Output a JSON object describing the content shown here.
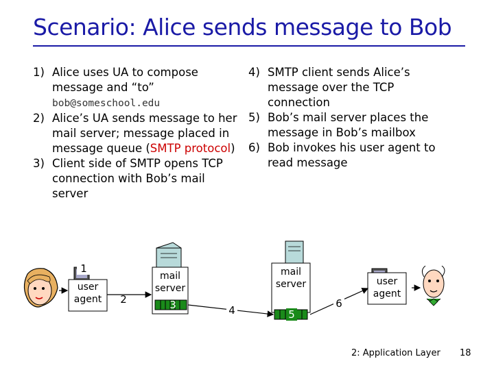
{
  "title": "Scenario: Alice sends message to Bob",
  "left_steps": [
    {
      "num": "1)",
      "text": "Alice uses UA to compose message and “to”",
      "email": "bob@someschool.edu"
    },
    {
      "num": "2)",
      "text": "Alice’s UA sends message to her mail server; message placed in message queue",
      "paren_open": "(",
      "protocol": "SMTP protocol",
      "paren_close": ")"
    },
    {
      "num": "3)",
      "text": "Client side of SMTP opens TCP connection with Bob’s mail server"
    }
  ],
  "right_steps": [
    {
      "num": "4)",
      "text": "SMTP client sends Alice’s message over the TCP connection"
    },
    {
      "num": "5)",
      "text": "Bob’s mail server places the message in Bob’s mailbox"
    },
    {
      "num": "6)",
      "text": "Bob invokes his user agent to read message"
    }
  ],
  "diagram": {
    "alice_ua_label": "user agent",
    "alice_server_label": "mail server",
    "bob_server_label": "mail server",
    "bob_ua_label": "user agent",
    "markers": [
      "1",
      "2",
      "3",
      "4",
      "5",
      "6"
    ]
  },
  "footer": {
    "chapter": "2: Application Layer",
    "page": "18"
  },
  "colors": {
    "title": "#1a1aa6",
    "highlight": "#cc0000",
    "queue": "#1a8a1a",
    "server": "#b8dada"
  }
}
